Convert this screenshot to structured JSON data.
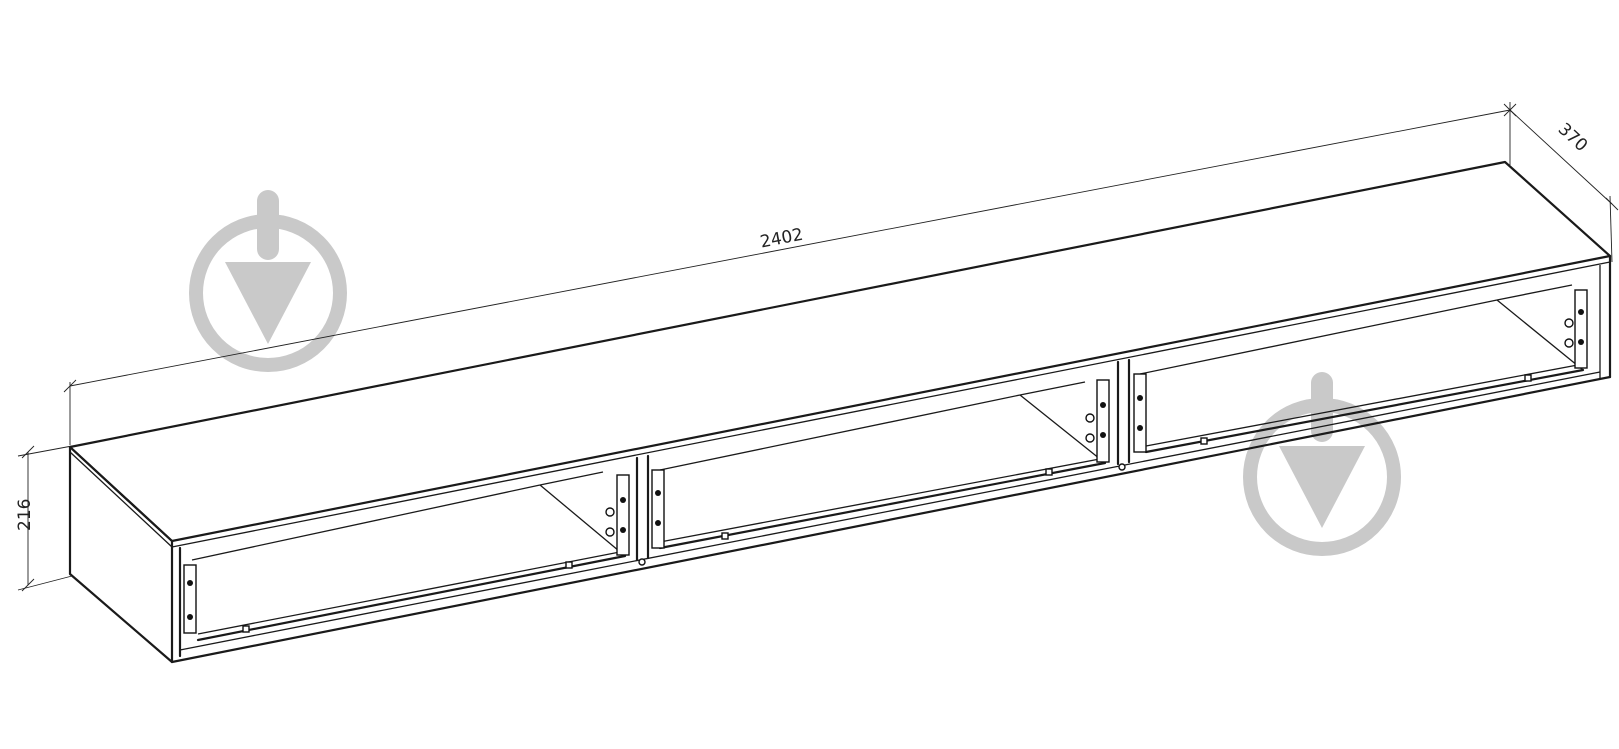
{
  "dimensions": {
    "length": "2402",
    "depth": "370",
    "height": "216"
  },
  "watermark": {
    "icon": "download-icon",
    "color": "#c9c9c9"
  },
  "line_color": "#1a1a1a"
}
